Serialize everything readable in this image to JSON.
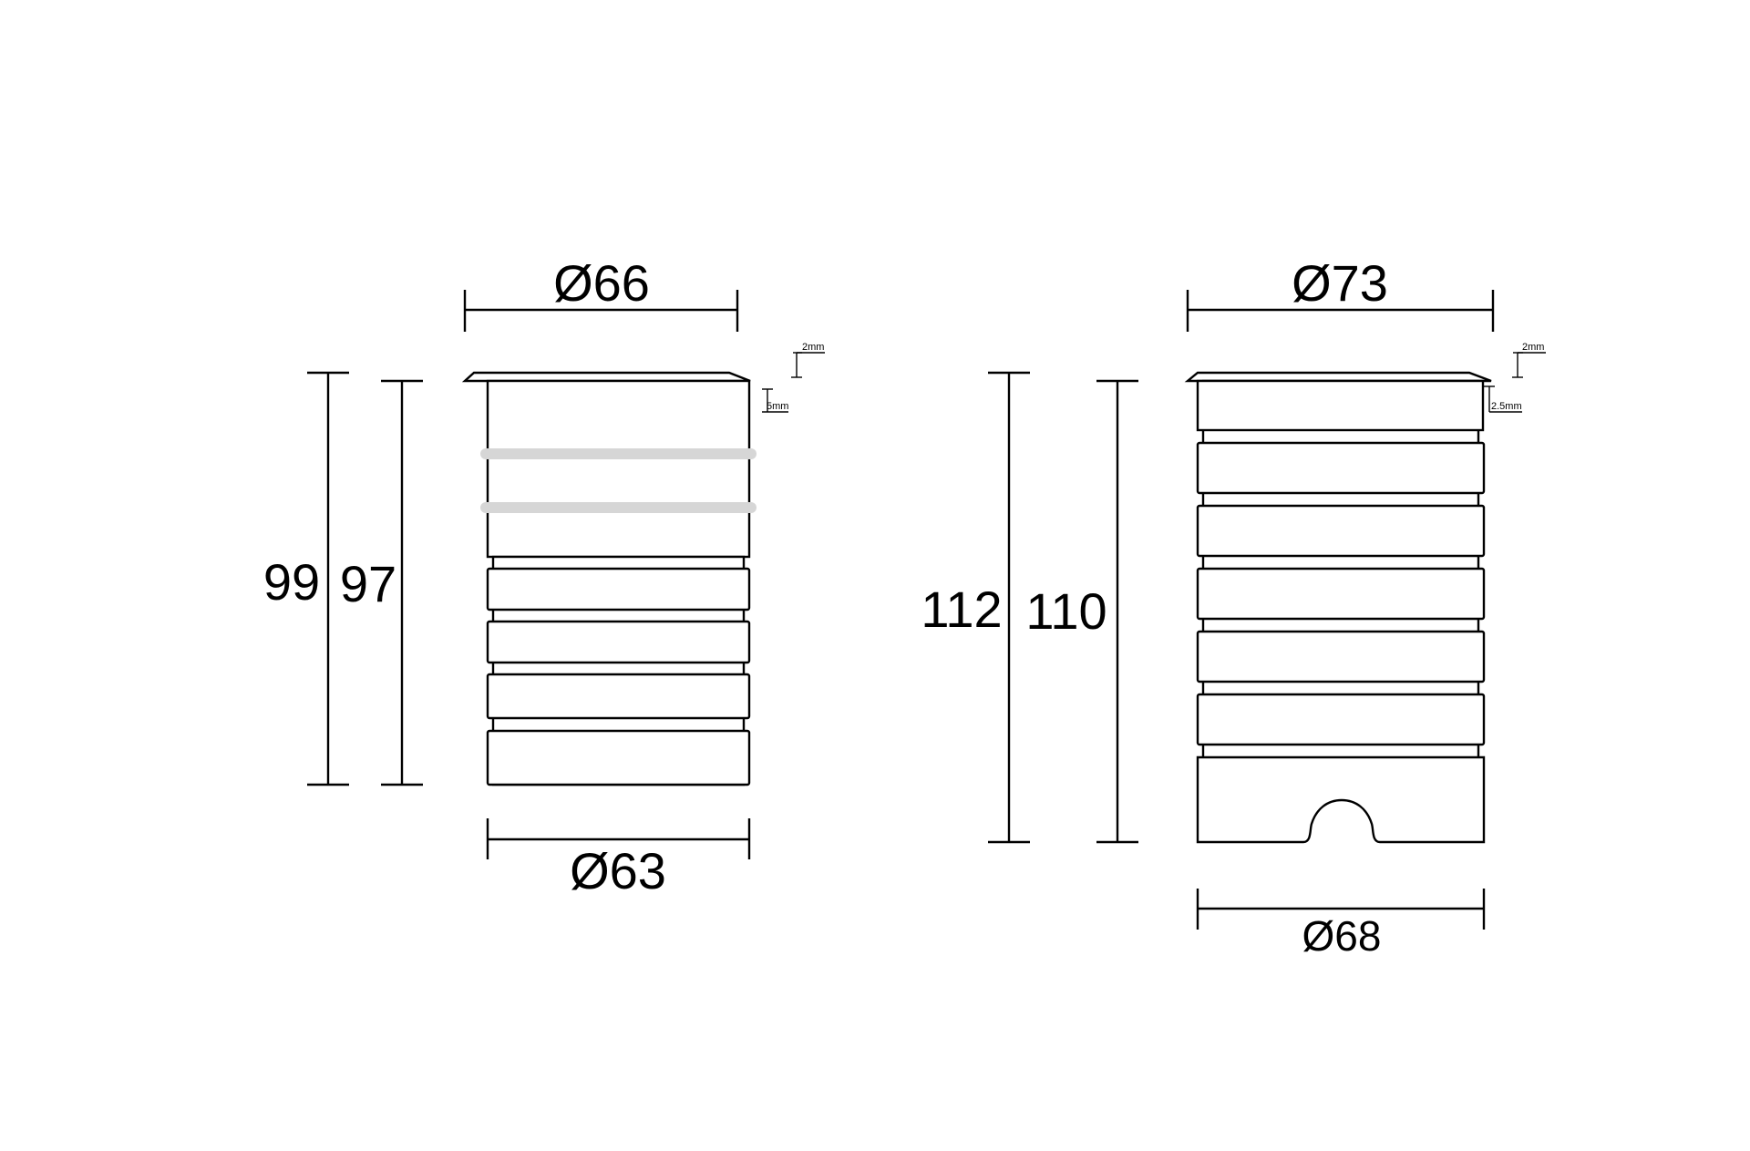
{
  "left_view": {
    "top_diameter": "Ø66",
    "bottom_diameter": "Ø63",
    "total_height": "99",
    "body_height": "97",
    "rim_thickness": "2mm",
    "rim_offset": "5mm"
  },
  "right_view": {
    "top_diameter": "Ø73",
    "bottom_diameter": "Ø68",
    "total_height": "112",
    "body_height": "110",
    "rim_thickness": "2mm",
    "rim_offset": "2.5mm"
  }
}
